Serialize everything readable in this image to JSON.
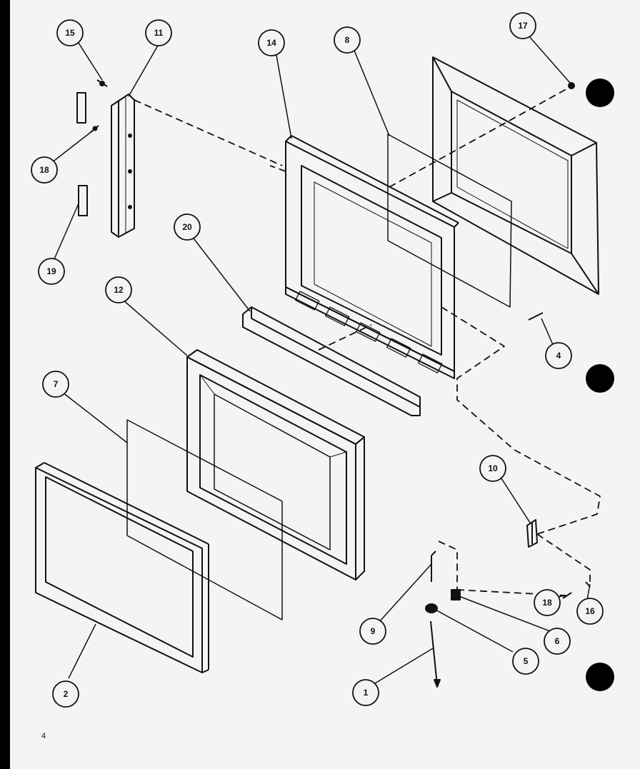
{
  "page_mark": "4",
  "callouts": [
    "15",
    "11",
    "14",
    "8",
    "17",
    "18",
    "19",
    "20",
    "12",
    "7",
    "4",
    "2",
    "10",
    "9",
    "18",
    "6",
    "16",
    "5",
    "1"
  ],
  "colors": {
    "ink": "#111111",
    "paper": "#f4f4f4",
    "hole": "#000000"
  }
}
